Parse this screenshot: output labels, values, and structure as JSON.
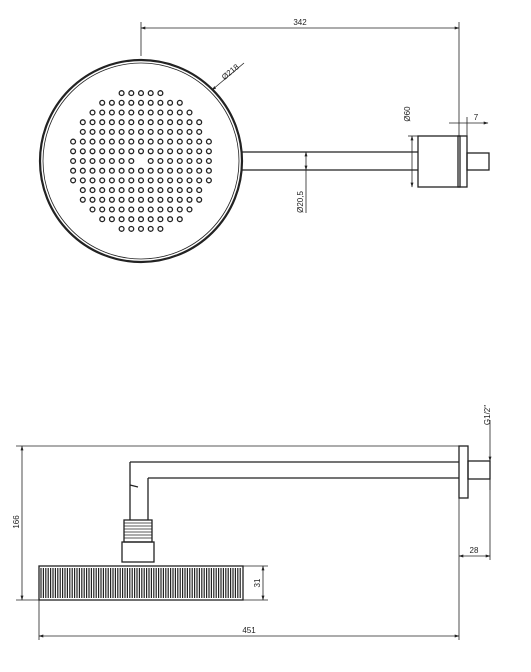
{
  "top_view": {
    "dim_length": "342",
    "dim_head_diameter": "Ø218",
    "dim_flange_diameter": "Ø60",
    "dim_arm_diameter": "Ø20,5",
    "dim_connector": "7"
  },
  "side_view": {
    "dim_thread": "G1/2\"",
    "dim_height": "166",
    "dim_connector_length": "28",
    "dim_head_thickness": "31",
    "dim_total_length": "451"
  }
}
